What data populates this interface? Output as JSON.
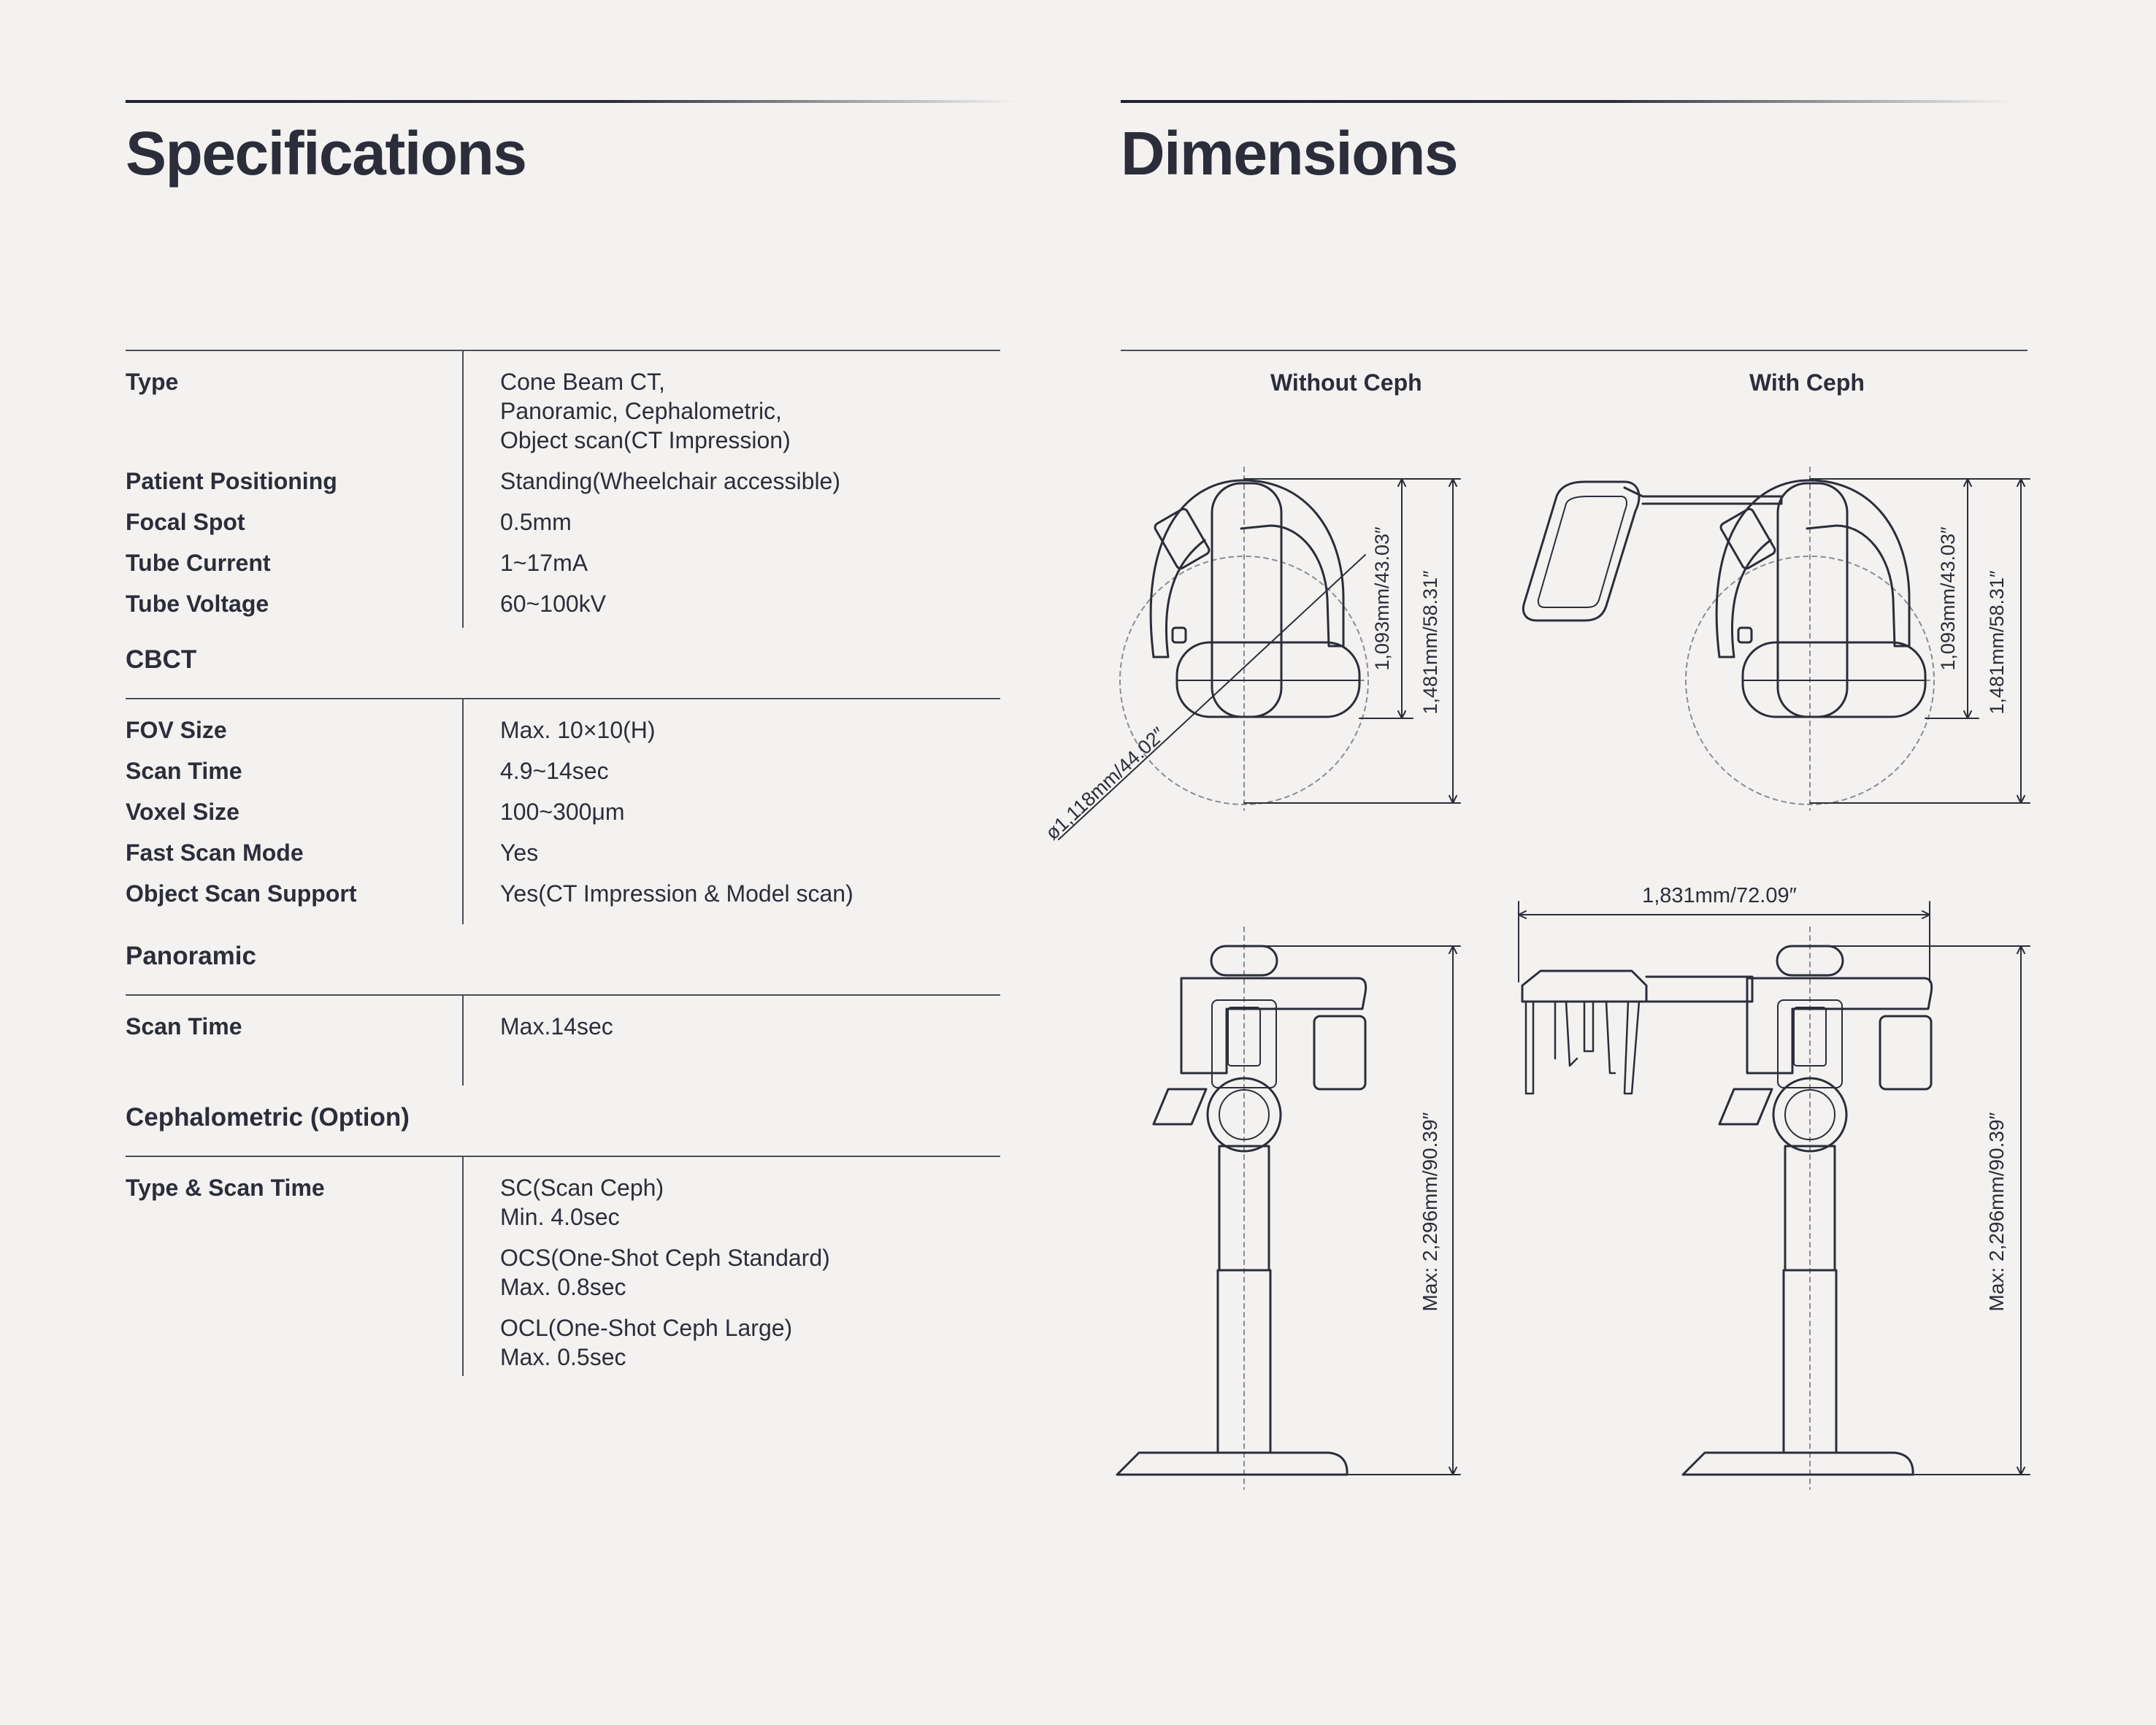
{
  "specifications": {
    "title": "Specifications",
    "general": [
      {
        "label": "Type",
        "values": [
          "Cone Beam CT,",
          "Panoramic, Cephalometric,",
          "Object scan(CT Impression)"
        ]
      },
      {
        "label": "Patient Positioning",
        "values": [
          "Standing(Wheelchair accessible)"
        ]
      },
      {
        "label": "Focal Spot",
        "values": [
          "0.5mm"
        ]
      },
      {
        "label": "Tube Current",
        "values": [
          "1~17mA"
        ]
      },
      {
        "label": "Tube Voltage",
        "values": [
          "60~100kV"
        ]
      }
    ],
    "cbct": {
      "heading": "CBCT",
      "rows": [
        {
          "label": "FOV Size",
          "values": [
            "Max. 10×10(H)"
          ]
        },
        {
          "label": "Scan Time",
          "values": [
            "4.9~14sec"
          ]
        },
        {
          "label": "Voxel Size",
          "values": [
            "100~300μm"
          ]
        },
        {
          "label": "Fast Scan Mode",
          "values": [
            "Yes"
          ]
        },
        {
          "label": "Object Scan Support",
          "values": [
            "Yes(CT Impression & Model scan)"
          ]
        }
      ]
    },
    "panoramic": {
      "heading": "Panoramic",
      "rows": [
        {
          "label": "Scan Time",
          "values": [
            "Max.14sec"
          ]
        }
      ]
    },
    "ceph": {
      "heading": "Cephalometric (Option)",
      "label": "Type & Scan Time",
      "items": [
        [
          "SC(Scan Ceph)",
          "Min. 4.0sec"
        ],
        [
          "OCS(One-Shot Ceph Standard)",
          "Max. 0.8sec"
        ],
        [
          "OCL(One-Shot Ceph Large)",
          "Max. 0.5sec"
        ]
      ]
    }
  },
  "dimensions": {
    "title": "Dimensions",
    "without_ceph": "Without Ceph",
    "with_ceph": "With Ceph",
    "depth_short": "1,093mm/43.03″",
    "depth_long": "1,481mm/58.31″",
    "diameter": "ø1,118mm/44.02″",
    "width_with_ceph": "1,831mm/72.09″",
    "height_max": "Max: 2,296mm/90.39″"
  }
}
